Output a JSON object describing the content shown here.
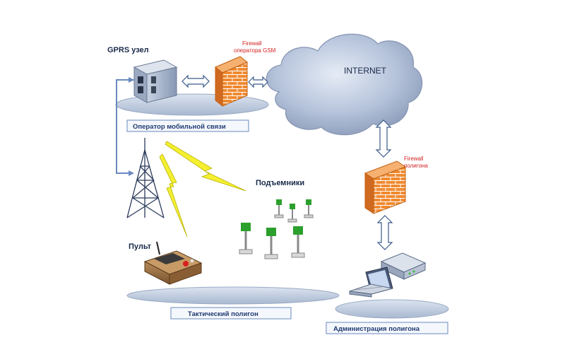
{
  "labels": {
    "gprs_node": "GPRS узел",
    "firewall_gsm_line1": "Firewall",
    "firewall_gsm_line2": "оператора GSM",
    "internet": "INTERNET",
    "mobile_operator": "Оператор мобильной связи",
    "firewall_polygon_line1": "Firewall",
    "firewall_polygon_line2": "полигона",
    "lifts": "Подъемники",
    "remote": "Пульт",
    "tactical_polygon": "Тактический полигон",
    "polygon_admin": "Администрация полигона"
  },
  "colors": {
    "platform": "#b8c6dc",
    "cloud": "#a8b6d0",
    "firewall": "#f08a30",
    "lightning": "#f4f030",
    "arrow_outline": "#3a5a8a",
    "label_box_border": "#6a8ac0",
    "label_text": "#1e3a70",
    "red_text": "#d42020"
  },
  "icons": [
    "server-icon",
    "firewall-icon",
    "cloud-icon",
    "radio-tower-icon",
    "lightning-icon",
    "lift-icon",
    "remote-control-icon",
    "laptop-icon",
    "router-icon"
  ]
}
